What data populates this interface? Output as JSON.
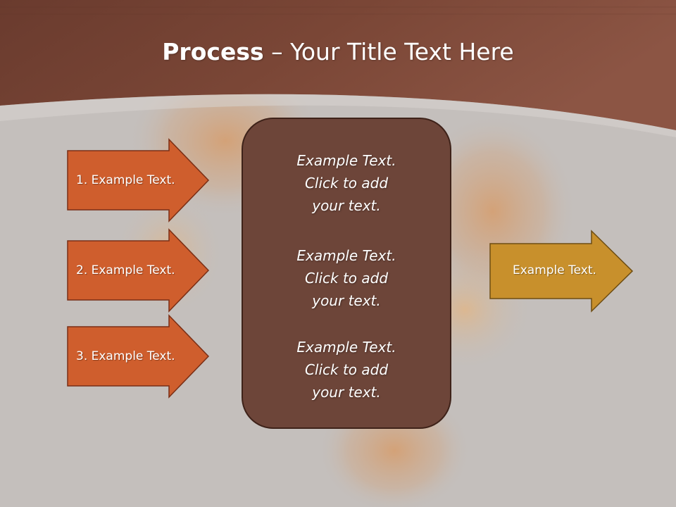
{
  "title": {
    "bold": "Process",
    "separator": " – ",
    "rest": "Your Title Text Here"
  },
  "left_arrows": [
    {
      "label": "1. Example Text."
    },
    {
      "label": "2. Example Text."
    },
    {
      "label": "3. Example Text."
    }
  ],
  "center_box": {
    "blocks": [
      {
        "line1": "Example Text.",
        "line2": "Click  to add",
        "line3": "your text."
      },
      {
        "line1": "Example Text.",
        "line2": "Click  to add",
        "line3": "your text."
      },
      {
        "line1": "Example Text.",
        "line2": "Click  to add",
        "line3": "your text."
      }
    ]
  },
  "right_arrow": {
    "label": "Example Text."
  },
  "colors": {
    "header": "#6e4033",
    "left_arrow_fill": "#cf5e2d",
    "center_box_fill": "#6d4539",
    "right_arrow_fill": "#c8902c",
    "background": "#c4bfbc"
  }
}
